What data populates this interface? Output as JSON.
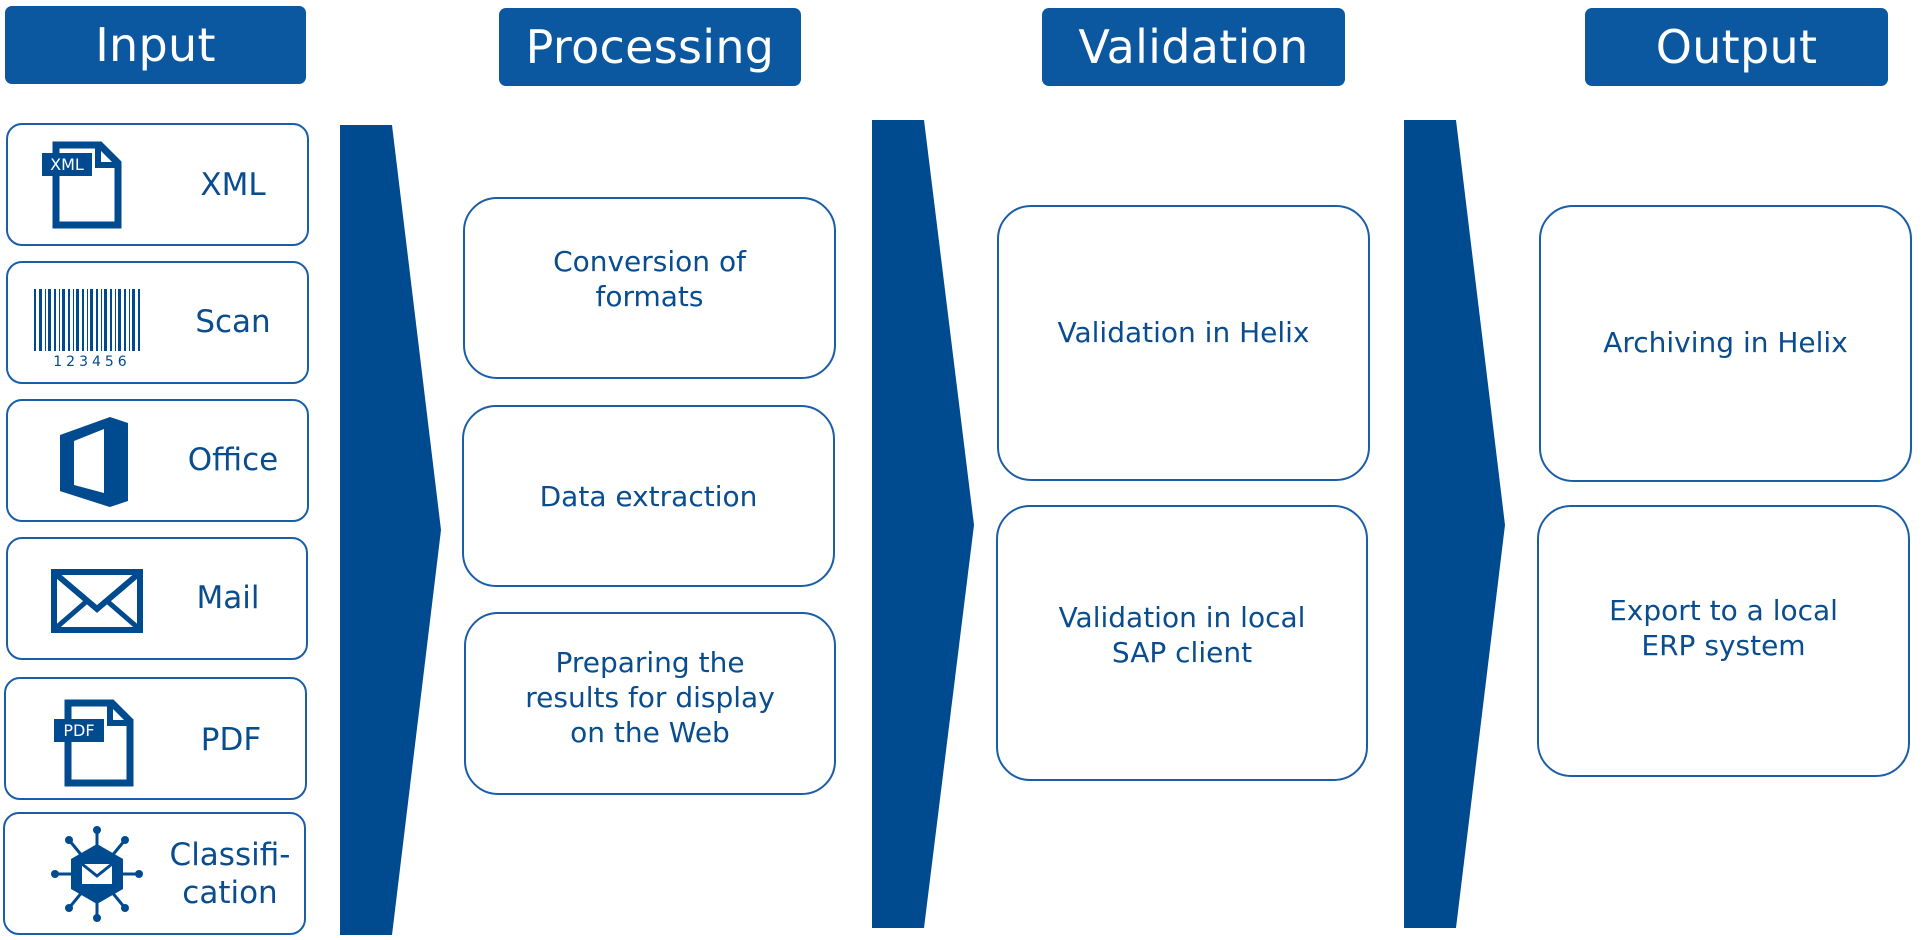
{
  "headers": {
    "input": "Input",
    "processing": "Processing",
    "validation": "Validation",
    "output": "Output"
  },
  "input_items": [
    {
      "label": "XML",
      "icon": "xml-file-icon",
      "icon_text": "XML"
    },
    {
      "label": "Scan",
      "icon": "barcode-icon",
      "icon_text": "123456"
    },
    {
      "label": "Office",
      "icon": "office-icon"
    },
    {
      "label": "Mail",
      "icon": "envelope-icon"
    },
    {
      "label": "PDF",
      "icon": "pdf-file-icon",
      "icon_text": "PDF"
    },
    {
      "label_line1": "Classifi-",
      "label_line2": "cation",
      "icon": "classification-network-icon"
    }
  ],
  "processing_steps": [
    "Conversion of formats",
    "Data extraction",
    "Preparing the results for display on the Web"
  ],
  "validation_steps": [
    "Validation in Helix",
    "Validation in local SAP client"
  ],
  "output_steps": [
    "Archiving in Helix",
    "Export to a local ERP system"
  ],
  "colors": {
    "primary": "#0b57a0",
    "arrow": "#004a8f",
    "border": "#1a5ea8",
    "text": "#0a4d8f"
  }
}
